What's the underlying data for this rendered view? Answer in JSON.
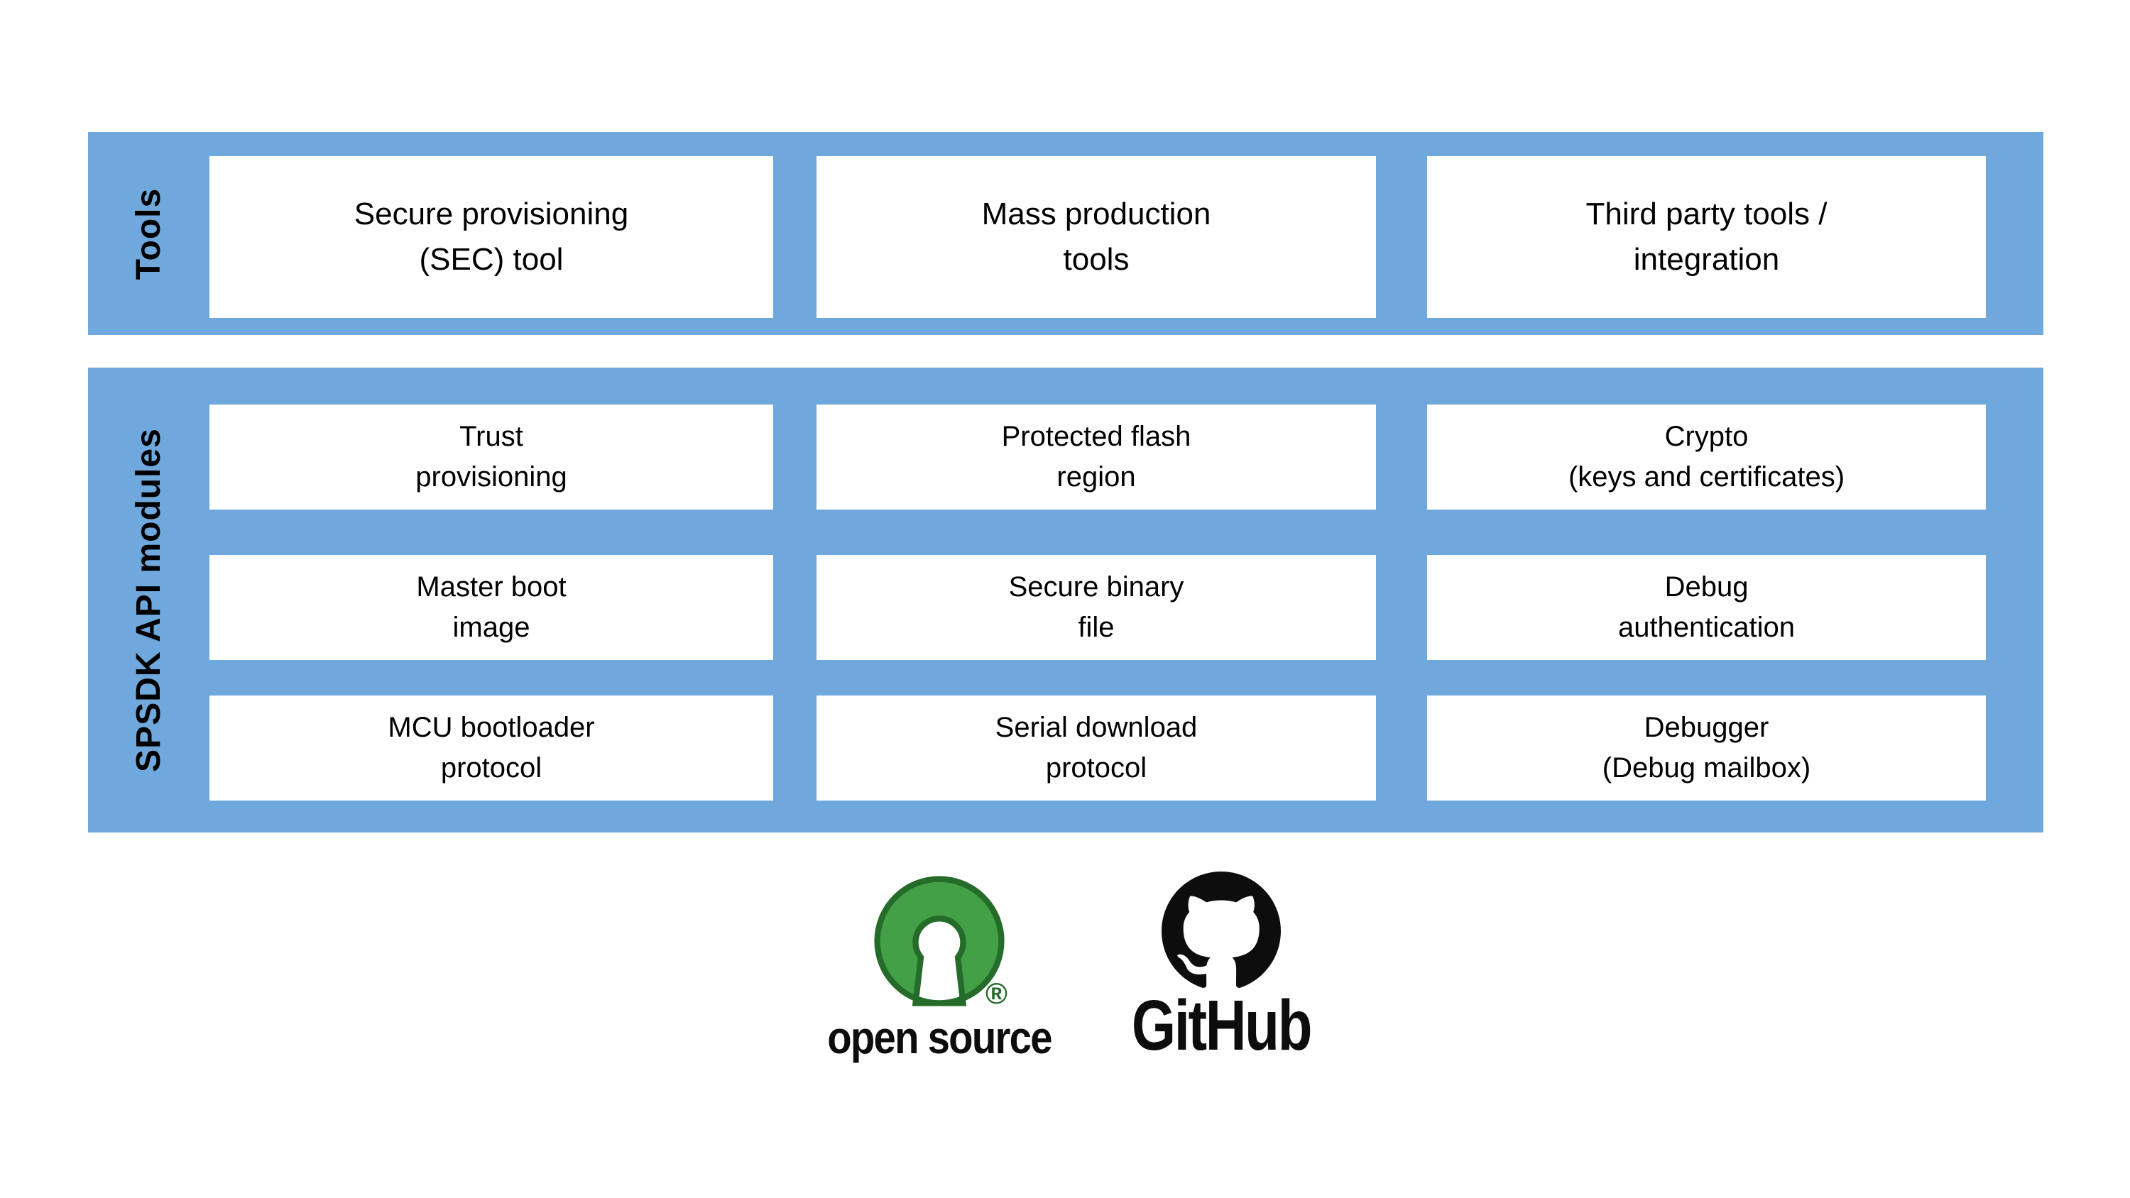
{
  "palette": {
    "band_blue": "#6FA8DC",
    "box_white": "#FFFFFF",
    "text_black": "#000000",
    "osi_green": "#43A047",
    "osi_green_dark": "#256C2B",
    "logo_black": "#0D0D0D"
  },
  "tools_band": {
    "label": "Tools",
    "boxes": [
      {
        "line1": "Secure provisioning",
        "line2": "(SEC) tool"
      },
      {
        "line1": "Mass production",
        "line2": "tools"
      },
      {
        "line1": "Third party tools /",
        "line2": "integration"
      }
    ]
  },
  "api_band": {
    "label": "SPSDK API modules",
    "rows": [
      {
        "boxes": [
          {
            "line1": "Trust",
            "line2": "provisioning"
          },
          {
            "line1": "Protected flash",
            "line2": "region"
          },
          {
            "line1": "Crypto",
            "line2": "(keys and certificates)"
          }
        ]
      },
      {
        "boxes": [
          {
            "line1": "Master boot",
            "line2": "image"
          },
          {
            "line1": "Secure binary",
            "line2": "file"
          },
          {
            "line1": "Debug",
            "line2": "authentication"
          }
        ]
      },
      {
        "boxes": [
          {
            "line1": "MCU bootloader",
            "line2": "protocol"
          },
          {
            "line1": "Serial download",
            "line2": "protocol"
          },
          {
            "line1": "Debugger",
            "line2": "(Debug mailbox)"
          }
        ]
      }
    ]
  },
  "footer": {
    "open_source": {
      "icon": "open-source-keyhole-icon",
      "wordmark": "open source",
      "registered": "®"
    },
    "github": {
      "icon": "github-octocat-icon",
      "wordmark": "GitHub"
    }
  }
}
